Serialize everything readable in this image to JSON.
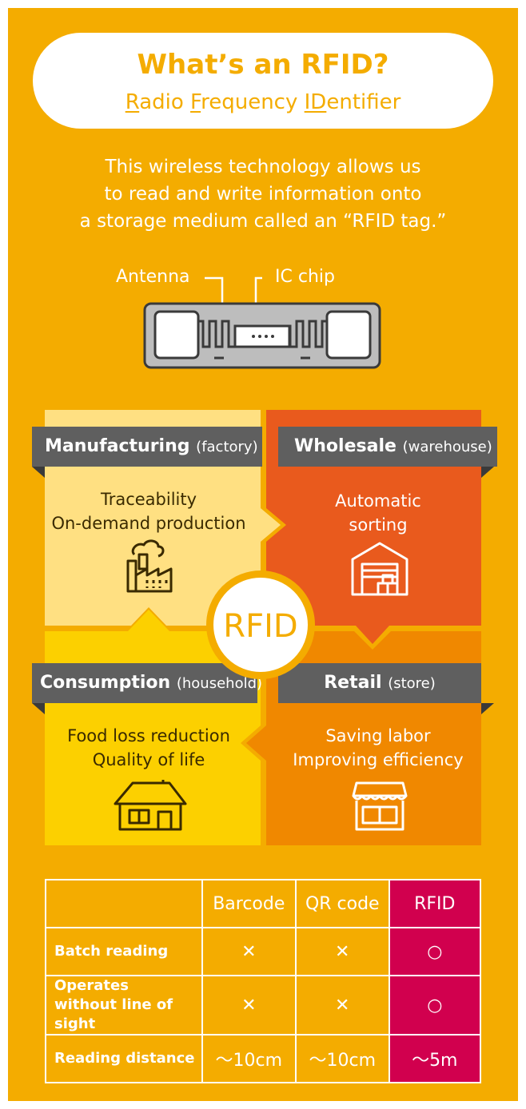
{
  "title": {
    "main": "What’s an RFID?",
    "sub_parts": [
      {
        "u": "R",
        "rest": "adio "
      },
      {
        "u": "F",
        "rest": "requency "
      },
      {
        "u": "ID",
        "rest": "entifier"
      }
    ]
  },
  "intro_lines": [
    "This wireless technology allows us",
    "to read and write information onto",
    "a storage medium called an “RFID tag.”"
  ],
  "tag_labels": {
    "antenna": "Antenna",
    "ic_chip": "IC chip"
  },
  "center_label": "RFID",
  "quadrants": {
    "manufacturing": {
      "title": "Manufacturing",
      "sub": "(factory)",
      "lines": [
        "Traceability",
        "On-demand production"
      ],
      "icon": "factory-icon",
      "color": "#ffe082"
    },
    "wholesale": {
      "title": "Wholesale",
      "sub": "(warehouse)",
      "lines": [
        "Automatic",
        "sorting"
      ],
      "icon": "warehouse-icon",
      "color": "#e95a1d"
    },
    "consumption": {
      "title": "Consumption",
      "sub": "(household)",
      "lines": [
        "Food loss reduction",
        "Quality of life"
      ],
      "icon": "house-icon",
      "color": "#fcd000"
    },
    "retail": {
      "title": "Retail",
      "sub": "(store)",
      "lines": [
        "Saving labor",
        "Improving efficiency"
      ],
      "icon": "store-icon",
      "color": "#f08800"
    }
  },
  "table": {
    "headers": [
      "",
      "Barcode",
      "QR code",
      "RFID"
    ],
    "rows": [
      {
        "label": [
          "Batch reading"
        ],
        "values": [
          "✕",
          "✕",
          "○"
        ]
      },
      {
        "label": [
          "Operates",
          "without line of sight"
        ],
        "values": [
          "✕",
          "✕",
          "○"
        ]
      },
      {
        "label": [
          "Reading distance"
        ],
        "values": [
          "～10cm",
          "～10cm",
          "～5m"
        ]
      }
    ]
  },
  "colors": {
    "background": "#f4ac00",
    "header_bar": "#5f5f5f",
    "rfid_column": "#d1004e"
  }
}
